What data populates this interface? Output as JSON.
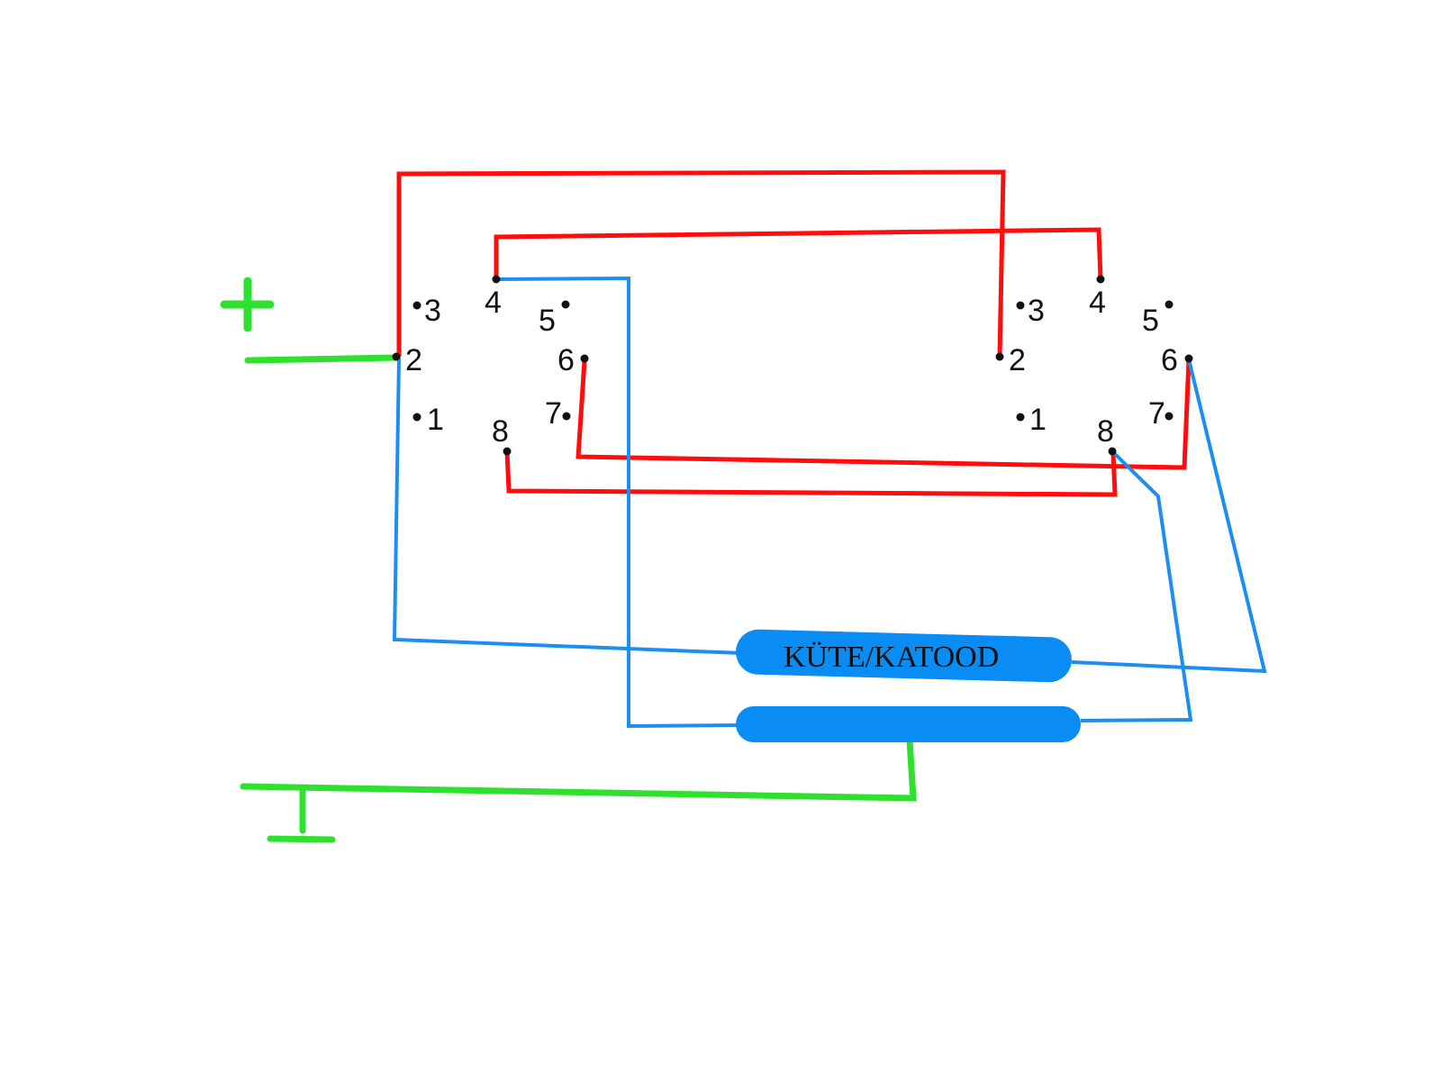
{
  "colors": {
    "wire_red": "#ff0d0d",
    "wire_blue": "#1a8ff0",
    "wire_green": "#2fe02f",
    "heater_fill": "#0a8cf5",
    "pin_dot": "#111111"
  },
  "power": {
    "plus_label": "+"
  },
  "left_socket": {
    "pins": [
      "3",
      "4",
      "5",
      "2",
      "6",
      "1",
      "7",
      "8"
    ]
  },
  "right_socket": {
    "pins": [
      "3",
      "4",
      "5",
      "2",
      "6",
      "1",
      "7",
      "8"
    ]
  },
  "heaters": {
    "top_label": "KÜTE/KATOOD",
    "bottom_label": ""
  },
  "icons": [
    "ground-symbol-icon",
    "plus-terminal-icon"
  ]
}
